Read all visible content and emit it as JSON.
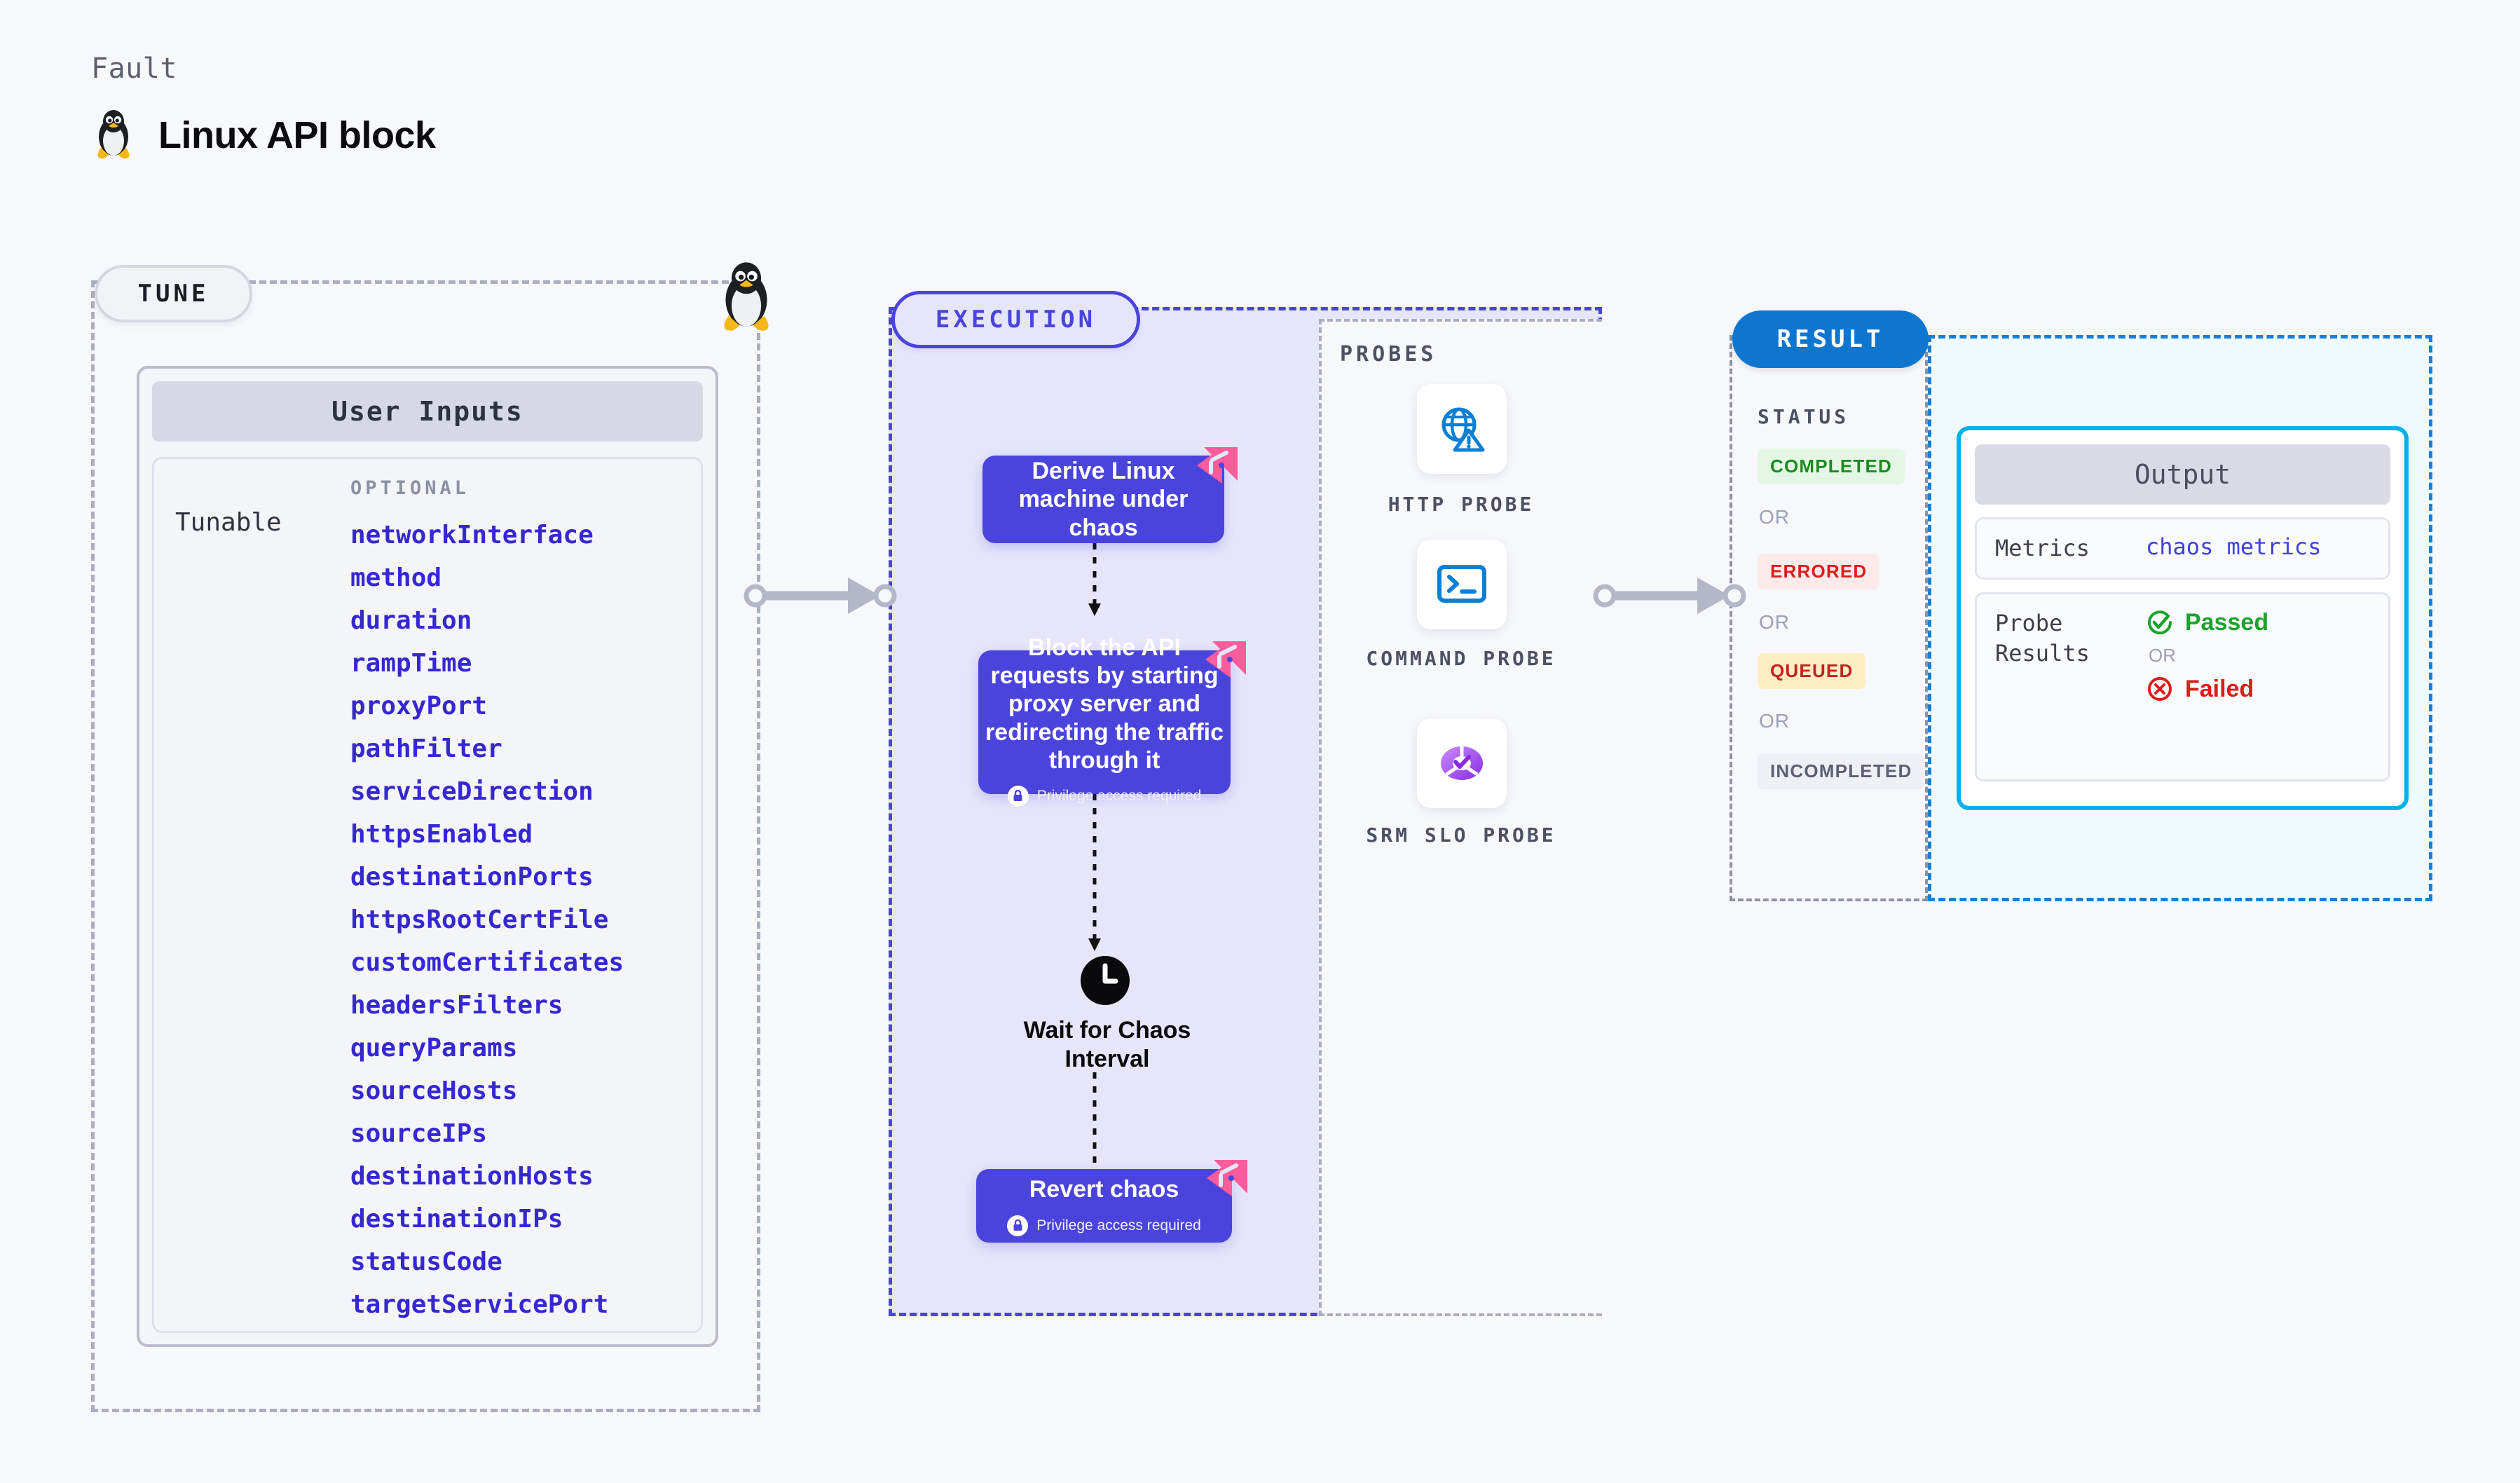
{
  "header": {
    "kicker": "Fault",
    "title": "Linux API block",
    "icon": "linux-penguin-icon"
  },
  "tune": {
    "pill_label": "TUNE",
    "corner_icon": "linux-penguin-icon",
    "card_header": "User Inputs",
    "row_label": "Tunable",
    "optional_label": "OPTIONAL",
    "params": [
      "networkInterface",
      "method",
      "duration",
      "rampTime",
      "proxyPort",
      "pathFilter",
      "serviceDirection",
      "httpsEnabled",
      "destinationPorts",
      "httpsRootCertFile",
      "customCertificates",
      "headersFilters",
      "queryParams",
      "sourceHosts",
      "sourceIPs",
      "destinationHosts",
      "destinationIPs",
      "statusCode",
      "targetServicePort"
    ]
  },
  "execution": {
    "pill_label": "EXECUTION",
    "privilege_note": "Privilege access required",
    "steps": [
      {
        "title": "Derive Linux machine under chaos",
        "privileged": false,
        "fault_marker": true
      },
      {
        "title": "Block the API requests by starting proxy server and redirecting the traffic through it",
        "privileged": true,
        "fault_marker": true
      },
      {
        "title": "Wait for Chaos Interval",
        "privileged": false,
        "fault_marker": false,
        "icon": "clock-icon"
      },
      {
        "title": "Revert chaos",
        "privileged": true,
        "fault_marker": true
      }
    ]
  },
  "probes": {
    "section_label": "PROBES",
    "items": [
      {
        "label": "HTTP PROBE",
        "icon": "globe-warning-icon"
      },
      {
        "label": "COMMAND PROBE",
        "icon": "terminal-icon"
      },
      {
        "label": "SRM SLO PROBE",
        "icon": "donut-check-icon"
      }
    ]
  },
  "result": {
    "pill_label": "RESULT",
    "status_label": "STATUS",
    "or_label": "OR",
    "statuses": [
      {
        "label": "COMPLETED",
        "color": "#1c8a20",
        "bg": "#e3f7e4"
      },
      {
        "label": "ERRORED",
        "color": "#d81f1f",
        "bg": "#fceaea"
      },
      {
        "label": "QUEUED",
        "color": "#c52020",
        "bg": "#fdeec4"
      },
      {
        "label": "INCOMPLETED",
        "color": "#5b6076",
        "bg": "#eef0f5"
      }
    ],
    "output": {
      "header": "Output",
      "metrics_key": "Metrics",
      "metrics_value": "chaos metrics",
      "probe_results_key": "Probe Results",
      "passed_label": "Passed",
      "failed_label": "Failed",
      "or_label": "OR"
    }
  },
  "colors": {
    "indigo": "#4a44dd",
    "exec_bg": "#e6e6fb",
    "pink_fault": "#fb5c9b",
    "result_blue": "#0f76d0",
    "cyan_border": "#00b0e8",
    "cyan_bg": "#effafd",
    "param_blue": "#3528d2",
    "pass_green": "#1aa32b",
    "fail_red": "#e01b1b"
  }
}
